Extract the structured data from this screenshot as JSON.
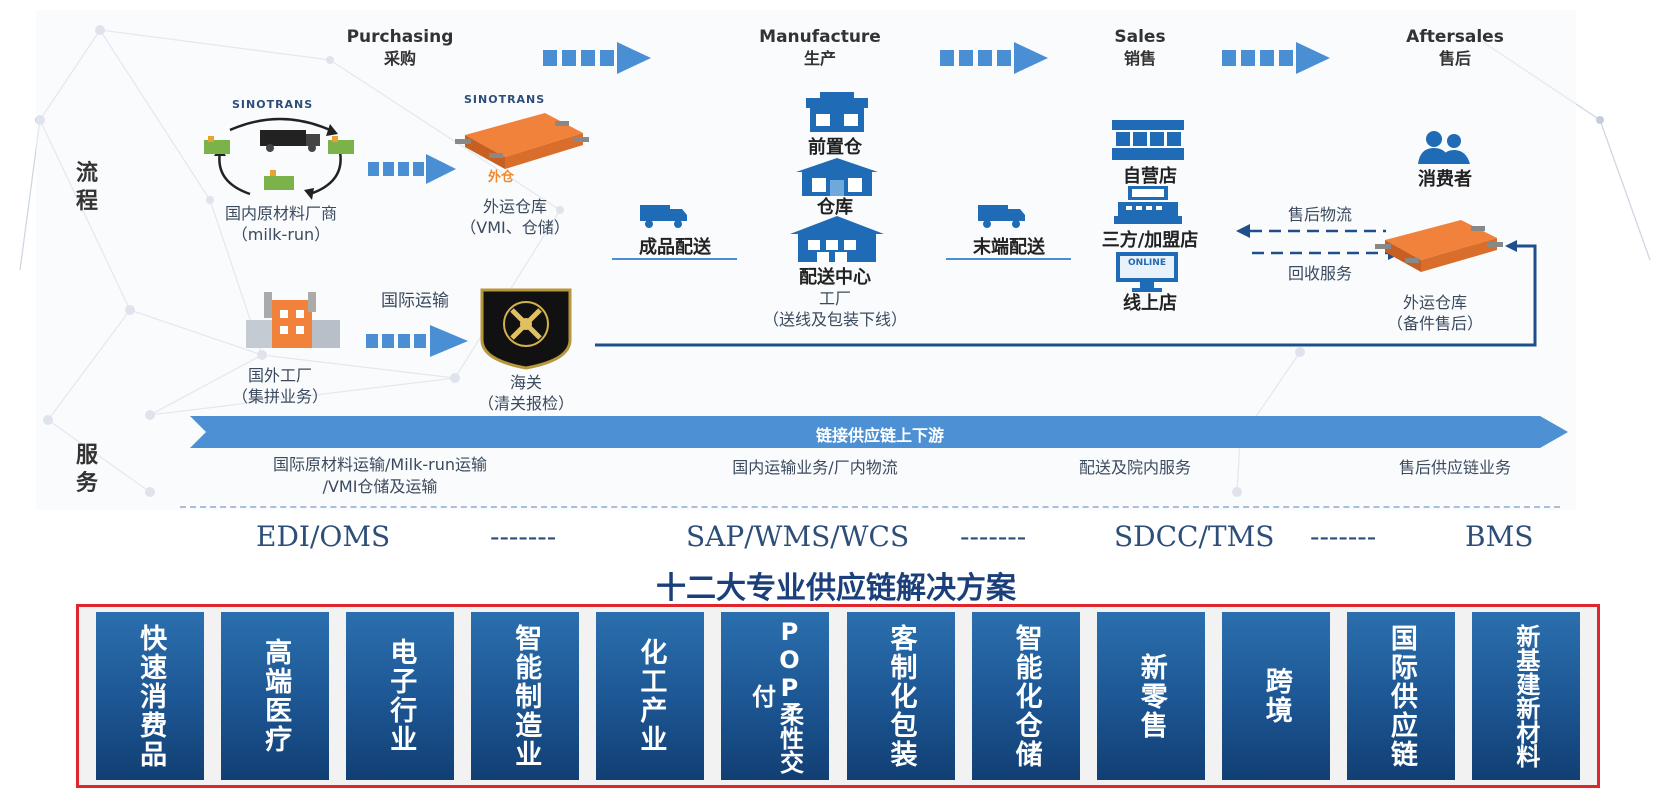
{
  "stages": [
    {
      "en": "Purchasing",
      "cn": "采购"
    },
    {
      "en": "Manufacture",
      "cn": "生产"
    },
    {
      "en": "Sales",
      "cn": "销售"
    },
    {
      "en": "Aftersales",
      "cn": "售后"
    }
  ],
  "left_labels": {
    "process": "流程",
    "service": "服务"
  },
  "nodes": {
    "domestic_supplier_logo": "SINOTRANS",
    "domestic_supplier": [
      "国内原材料厂商",
      "（milk-run）"
    ],
    "ext_warehouse_logo": "SINOTRANS",
    "ext_warehouse_tag": "外仓",
    "ext_warehouse": [
      "外运仓库",
      "（VMI、仓储）"
    ],
    "foreign_factory": [
      "国外工厂",
      "（集拼业务）"
    ],
    "intl_transport": "国际运输",
    "customs": [
      "海关",
      "（清关报检）"
    ],
    "finished_delivery": "成品配送",
    "front_warehouse": "前置仓",
    "warehouse": "仓库",
    "dist_center": "配送中心",
    "factory": [
      "工厂",
      "（送线及包装下线）"
    ],
    "last_mile": "末端配送",
    "own_store": "自营店",
    "franchise_store": "三方/加盟店",
    "online_badge": "ONLINE",
    "online_store": "线上店",
    "aftersales_logistics": "售后物流",
    "recycling": "回收服务",
    "consumer": "消费者",
    "aftersales_warehouse": [
      "外运仓库",
      "（备件售后）"
    ]
  },
  "service_bar": "链接供应链上下游",
  "services": [
    [
      "国际原材料运输/Milk-run运输",
      "/VMI仓储及运输"
    ],
    [
      "国内运输业务/厂内物流"
    ],
    [
      "配送及院内服务"
    ],
    [
      "售后供应链业务"
    ]
  ],
  "systems": {
    "items": [
      "EDI/OMS",
      "SAP/WMS/WCS",
      "SDCC/TMS",
      "BMS"
    ],
    "separator": "-------"
  },
  "solutions_title": "十二大专业供应链解决方案",
  "solutions": [
    "快速消费品",
    "高端医疗",
    "电子行业",
    "智能制造业",
    "化工产业",
    "POP柔性交付",
    "客制化包装",
    "智能化仓储",
    "新零售",
    "跨境",
    "国际供应链",
    "新基建新材料"
  ],
  "colors": {
    "arrow": "#4a8fd4",
    "bar": "#4d90d3",
    "solution_box": "#1c5592",
    "frame": "#e0262c",
    "title": "#1b3f7a",
    "warehouse_orange": "#f0823c"
  }
}
